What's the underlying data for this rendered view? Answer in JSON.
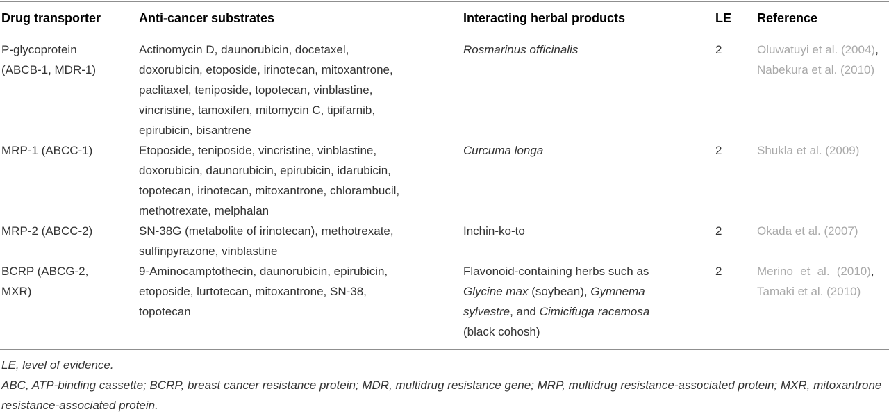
{
  "colors": {
    "header_text": "#000000",
    "body_text": "#333333",
    "reference_link": "#a9a9a9",
    "rule": "#8f8f8f",
    "background": "#ffffff"
  },
  "table": {
    "columns": [
      {
        "label": "Drug transporter"
      },
      {
        "label": "Anti-cancer substrates"
      },
      {
        "label": "Interacting herbal products"
      },
      {
        "label": "LE"
      },
      {
        "label": "Reference"
      }
    ],
    "rows": [
      {
        "transporter_lines": [
          "P-glycoprotein",
          "(ABCB-1, MDR-1)"
        ],
        "substrate_lines": [
          "Actinomycin D, daunorubicin, docetaxel,",
          "doxorubicin, etoposide, irinotecan, mitoxantrone,",
          "paclitaxel, teniposide, topotecan, vinblastine,",
          "vincristine, tamoxifen, mitomycin C, tipifarnib,",
          "epirubicin, bisantrene"
        ],
        "herbal_lines": [
          [
            {
              "t": "Rosmarinus officinalis",
              "i": true
            }
          ]
        ],
        "le": "2",
        "references": [
          {
            "t": "Oluwatuyi et al. (2004)",
            "comma": true
          },
          {
            "t": "Nabekura et al. (2010)"
          }
        ]
      },
      {
        "transporter_lines": [
          "MRP-1 (ABCC-1)"
        ],
        "substrate_lines": [
          "Etoposide, teniposide, vincristine, vinblastine,",
          "doxorubicin, daunorubicin, epirubicin, idarubicin,",
          "topotecan, irinotecan, mitoxantrone, chlorambucil,",
          "methotrexate, melphalan"
        ],
        "herbal_lines": [
          [
            {
              "t": "Curcuma longa",
              "i": true
            }
          ]
        ],
        "le": "2",
        "references": [
          {
            "t": "Shukla et al. (2009)"
          }
        ]
      },
      {
        "transporter_lines": [
          "MRP-2 (ABCC-2)"
        ],
        "substrate_lines": [
          "SN-38G (metabolite of irinotecan), methotrexate,",
          "sulfinpyrazone, vinblastine"
        ],
        "herbal_lines": [
          [
            {
              "t": "Inchin-ko-to"
            }
          ]
        ],
        "le": "2",
        "references": [
          {
            "t": "Okada et al. (2007)"
          }
        ]
      },
      {
        "transporter_lines": [
          "BCRP (ABCG-2,",
          "MXR)"
        ],
        "substrate_lines": [
          "9-Aminocamptothecin, daunorubicin, epirubicin,",
          "etoposide, lurtotecan, mitoxantrone, SN-38,",
          "topotecan"
        ],
        "herbal_lines": [
          [
            {
              "t": "Flavonoid-containing herbs such as"
            }
          ],
          [
            {
              "t": "Glycine max",
              "i": true
            },
            {
              "t": " (soybean), "
            },
            {
              "t": "Gymnema",
              "i": true
            }
          ],
          [
            {
              "t": "sylvestre",
              "i": true
            },
            {
              "t": ", and "
            },
            {
              "t": "Cimicifuga racemosa",
              "i": true
            }
          ],
          [
            {
              "t": "(black cohosh)"
            }
          ]
        ],
        "le": "2",
        "references": [
          {
            "t": "Merino et al. (2010)",
            "comma": true,
            "wide": true
          },
          {
            "t": "Tamaki et al. (2010)"
          }
        ]
      }
    ]
  },
  "footnotes": [
    "LE, level of evidence.",
    "ABC, ATP-binding cassette; BCRP, breast cancer resistance protein; MDR, multidrug resistance gene; MRP, multidrug resistance-associated protein; MXR, mitoxantrone",
    "resistance-associated protein."
  ]
}
